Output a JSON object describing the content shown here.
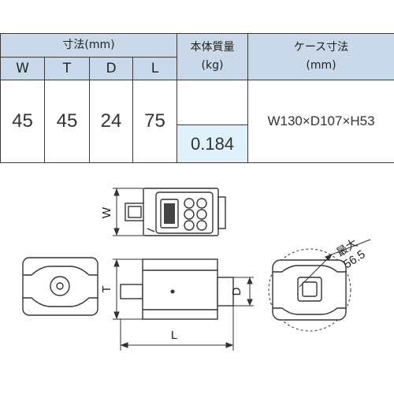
{
  "table": {
    "dimensions_header": "寸法(mm)",
    "weight_header_line1": "本体質量",
    "weight_header_line2": "(kg)",
    "case_header_line1": "ケース寸法",
    "case_header_line2": "(mm)",
    "columns": [
      "W",
      "T",
      "D",
      "L"
    ],
    "values": [
      "45",
      "45",
      "24",
      "75"
    ],
    "weight_value": "0.184",
    "case_value": "W130×D107×H53"
  },
  "drawing": {
    "label_w": "W",
    "label_t": "T",
    "label_l": "L",
    "label_d": "D",
    "max_label": "最大",
    "max_value": "56.5"
  }
}
